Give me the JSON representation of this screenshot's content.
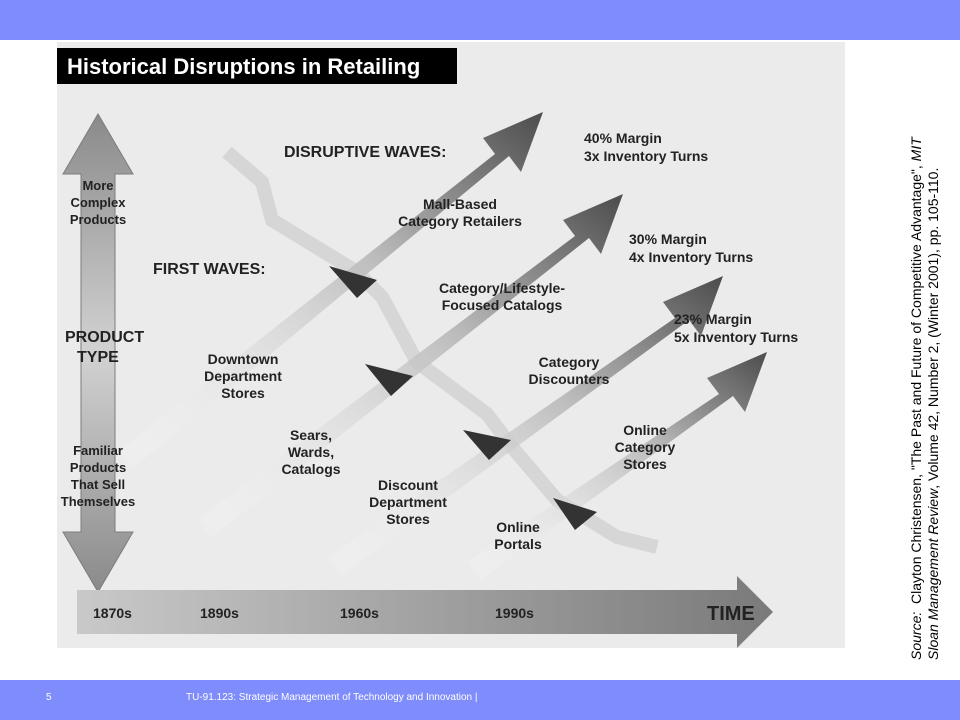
{
  "colors": {
    "top_bar": "#7f8cfb",
    "bottom_bar": "#7f8cfb",
    "figure_bg": "#ebebeb",
    "title_bar": "#000000",
    "arrow_shade": "#5a5a5a"
  },
  "figure": {
    "title": "Historical Disruptions in Retailing",
    "product_type_label": [
      "PRODUCT",
      "TYPE"
    ],
    "top_label": [
      "More",
      "Complex",
      "Products"
    ],
    "bottom_label": [
      "Familiar",
      "Products",
      "That Sell",
      "Themselves"
    ],
    "first_waves": "FIRST WAVES:",
    "disruptive_waves": "DISRUPTIVE WAVES:",
    "time_label": "TIME",
    "timeline": [
      "1870s",
      "1890s",
      "1960s",
      "1990s"
    ],
    "waves": [
      {
        "first": [
          "Downtown",
          "Department",
          "Stores"
        ],
        "disruptive": [
          "Mall-Based",
          "Category Retailers"
        ],
        "metrics": [
          "40% Margin",
          "3x Inventory Turns"
        ]
      },
      {
        "first": [
          "Sears,",
          "Wards,",
          "Catalogs"
        ],
        "disruptive": [
          "Category/Lifestyle-",
          "Focused Catalogs"
        ],
        "metrics": [
          "30% Margin",
          "4x Inventory Turns"
        ]
      },
      {
        "first": [
          "Discount",
          "Department",
          "Stores"
        ],
        "disruptive": [
          "Category",
          "Discounters"
        ],
        "metrics": [
          "23% Margin",
          "5x Inventory Turns"
        ]
      },
      {
        "first": [
          "Online",
          "Portals"
        ],
        "disruptive": [
          "Online",
          "Category",
          "Stores"
        ],
        "metrics": []
      }
    ]
  },
  "source": {
    "prefix": "Source:",
    "line1": "Clayton Christensen, \"The Past and Future of Competitive Advantage\", ",
    "journal1": "MIT",
    "journal2": "Sloan Management Review",
    "line2": ", Volume 42, Number 2,  (Winter 2001),  pp. 105-110."
  },
  "footer": {
    "slide_number": "5",
    "text": "TU-91.123: Strategic Management of Technology and Innovation  |"
  }
}
